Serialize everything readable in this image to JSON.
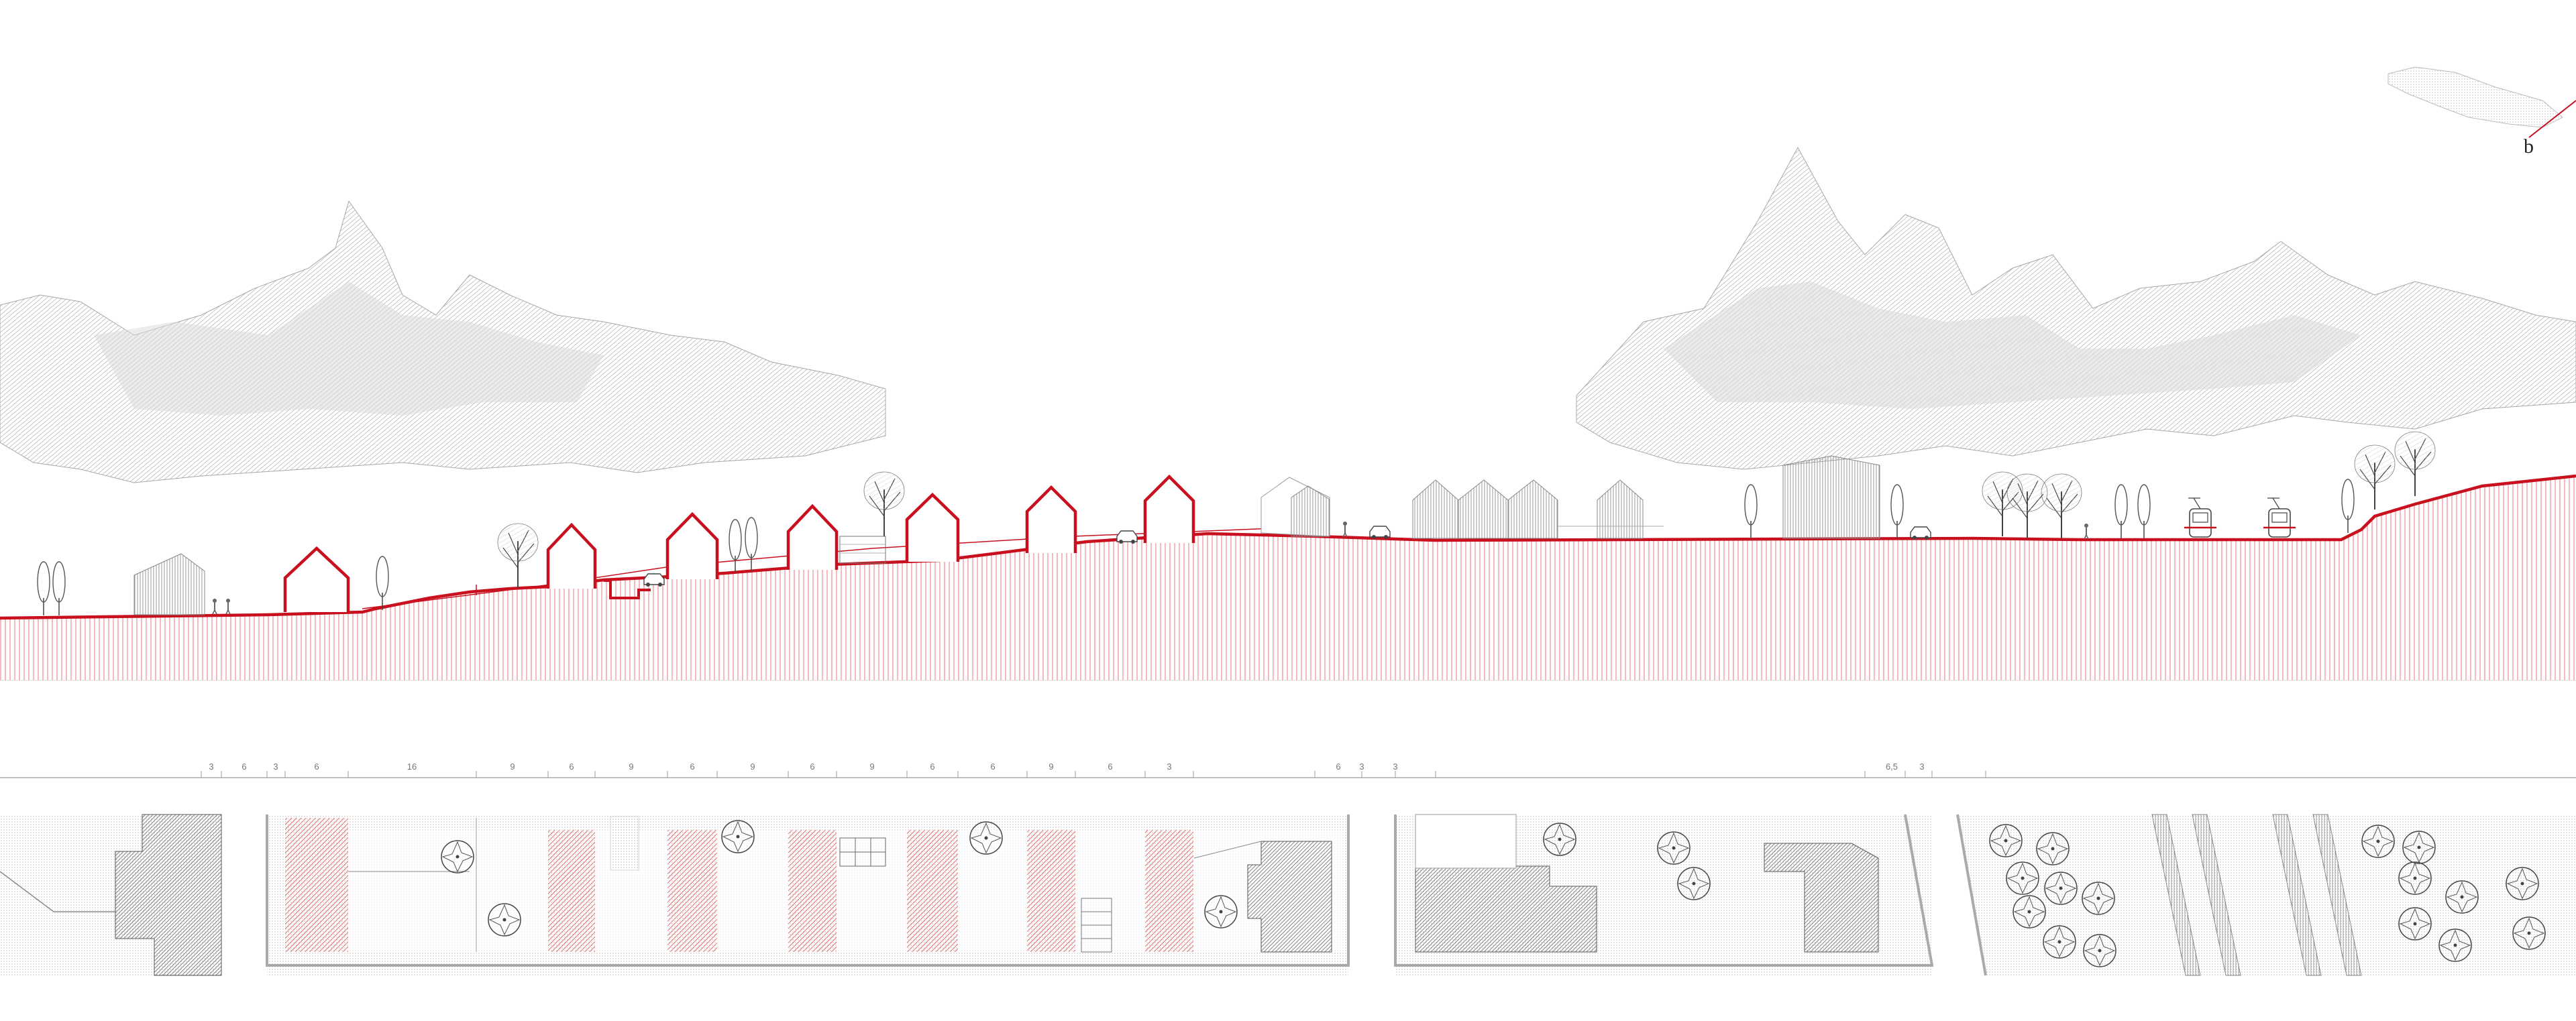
{
  "key_map": {
    "section_letter": "b"
  },
  "dimension_labels": [
    {
      "text": "3",
      "group": "left"
    },
    {
      "text": "6",
      "group": "left"
    },
    {
      "text": "3",
      "group": "left"
    },
    {
      "text": "6",
      "group": "left"
    },
    {
      "text": "16",
      "group": "left"
    },
    {
      "text": "9",
      "group": "left"
    },
    {
      "text": "6",
      "group": "left"
    },
    {
      "text": "9",
      "group": "left"
    },
    {
      "text": "6",
      "group": "left"
    },
    {
      "text": "9",
      "group": "left"
    },
    {
      "text": "6",
      "group": "left"
    },
    {
      "text": "9",
      "group": "left"
    },
    {
      "text": "6",
      "group": "left"
    },
    {
      "text": "6",
      "group": "left"
    },
    {
      "text": "9",
      "group": "left"
    },
    {
      "text": "6",
      "group": "left"
    },
    {
      "text": "3",
      "group": "middle"
    },
    {
      "text": "6",
      "group": "middle"
    },
    {
      "text": "3",
      "group": "middle"
    },
    {
      "text": "3",
      "group": "right"
    },
    {
      "text": "6,5",
      "group": "right"
    },
    {
      "text": "3",
      "group": "right"
    }
  ],
  "colors": {
    "accent": "#c8101e",
    "accent_hatch": "#e03a3a",
    "building_grey": "#8c8c8c",
    "mountain_grey": "#b3b3b3",
    "line": "#333333"
  },
  "icons": [
    "tree-icon",
    "poplar-icon",
    "tram-icon",
    "car-icon",
    "person-icon",
    "bench-icon"
  ]
}
